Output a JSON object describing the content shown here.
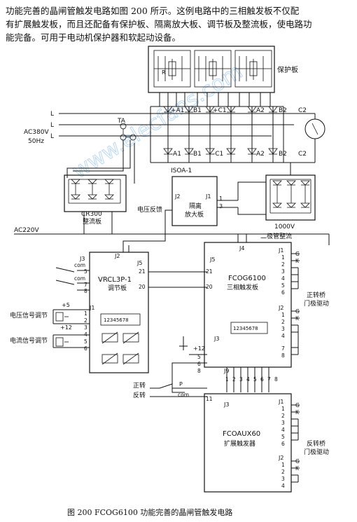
{
  "description": {
    "line1": "功能完善的晶闸管触发电路如图 200 所示。这例电路中的三相触发板不仅配",
    "line2": "有扩展触发板，而且还配备有保护板、隔离放大板、调节板及整流板，使电路功",
    "line3": "能完备。可用于电动机保护器和软起动设备。"
  },
  "caption": "图 200    FCOG6100 功能完善的晶闸管触发电路",
  "watermark": "www.elecfans.com",
  "blocks": {
    "protection_board": "保护板",
    "isolation_module": "ISOA-1",
    "isolation_amp_l1": "隔离",
    "isolation_amp_l2": "放大板",
    "cr300": "CR300",
    "cr300_sub": "整流板",
    "rectifier_voltage": "1000V",
    "rectifier_label": "二极管整流",
    "vrcl_name": "VRCL3P-1",
    "vrcl_sub": "调节板",
    "vrcl_dip": "12345678",
    "fcog_name": "FCOG6100",
    "fcog_sub": "三相触发板",
    "fcog_dip": "12345678",
    "aux_name": "FCOAUX60",
    "aux_sub": "扩展触发器"
  },
  "labels": {
    "supply_voltage": "AC380V",
    "supply_freq": "50Hz",
    "ac220": "AC220V",
    "ta": "TA",
    "r": "R",
    "l1": "L",
    "l2": "L",
    "l3": "L",
    "voltage_feedback": "电压反馈",
    "voltage_adj": "电压信号调节",
    "current_adj": "电流信号调节",
    "plus5": "+5",
    "plus12_a": "+12",
    "plus12_b": "+12",
    "forward": "正转",
    "reverse": "反转",
    "p": "P",
    "com": "com",
    "fwd_bridge_l1": "正转桥",
    "fwd_bridge_l2": "门极驱动",
    "rev_bridge_l1": "反转桥",
    "rev_bridge_l2": "门极驱动",
    "g": "G",
    "k": "K",
    "a1p": "+A1",
    "b1p": "B1",
    "c1p": "+C1",
    "a2": "A2",
    "b2": "B2",
    "c2": "C2",
    "a1m": "-A1",
    "b1m": "B1",
    "c1m": "-C1",
    "a2m": "A2",
    "b2p": "B2",
    "c2p": "C2"
  },
  "connectors": {
    "j1": "J1",
    "j2": "J2",
    "j3": "J3",
    "j4": "J4",
    "j5": "J5",
    "j9": "J9",
    "p1": "1",
    "p2": "2",
    "p3": "3",
    "p4": "4",
    "p5": "5",
    "p6": "6",
    "p7": "7",
    "p8": "8",
    "p11": "11",
    "p20": "20",
    "p21": "21"
  }
}
